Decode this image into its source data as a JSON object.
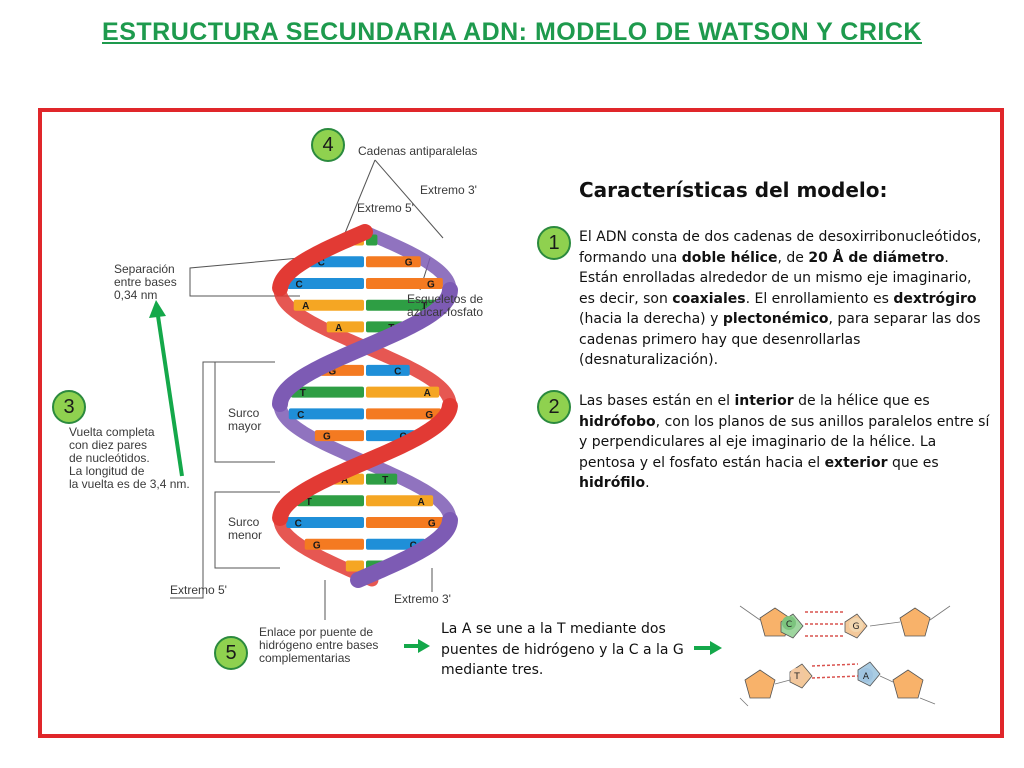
{
  "title": "ESTRUCTURA SECUNDARIA ADN: MODELO DE WATSON Y CRICK",
  "colors": {
    "title_green": "#1e9a4d",
    "frame_red": "#e0262a",
    "badge_fill": "#8fd14f",
    "arrow_green": "#14a84a",
    "strand_red": "#e23a34",
    "strand_purple": "#7d5bb4",
    "base_A": "#f5a623",
    "base_T": "#2e9e44",
    "base_C": "#1f8fd8",
    "base_G": "#f47a21"
  },
  "badges": [
    "1",
    "2",
    "3",
    "4",
    "5"
  ],
  "diagram_labels": {
    "antiparallel": "Cadenas antiparalelas",
    "end3_top": "Extremo 3'",
    "end5_top": "Extremo 5'",
    "separation": [
      "Separación",
      "entre bases",
      "0,34 nm"
    ],
    "backbone": [
      "Esqueletos de",
      "azúcar-fosfato"
    ],
    "turn": [
      "Vuelta completa",
      "con diez pares",
      "de nucleótidos.",
      "La longitud de",
      "la vuelta es de 3,4 nm."
    ],
    "major_groove": [
      "Surco",
      "mayor"
    ],
    "minor_groove": [
      "Surco",
      "menor"
    ],
    "end5_bottom": "Extremo 5'",
    "end3_bottom": "Extremo 3'",
    "hbond": [
      "Enlace por puente de",
      "hidrógeno entre bases",
      "complementarias"
    ]
  },
  "base_pairs": [
    [
      "A",
      "T"
    ],
    [
      "C",
      "G"
    ],
    [
      "C",
      "G"
    ],
    [
      "A",
      "T"
    ],
    [
      "A",
      "T"
    ],
    [
      "C",
      "G"
    ],
    [
      "G",
      "C"
    ],
    [
      "T",
      "A"
    ],
    [
      "C",
      "G"
    ],
    [
      "G",
      "C"
    ],
    [
      "T",
      "A"
    ],
    [
      "A",
      "T"
    ],
    [
      "T",
      "A"
    ],
    [
      "C",
      "G"
    ],
    [
      "G",
      "C"
    ],
    [
      "A",
      "T"
    ]
  ],
  "characteristics": {
    "heading": "Características del modelo:",
    "p1": [
      {
        "t": "El ADN consta de dos cadenas de desoxirribonucleótidos, formando una "
      },
      {
        "t": "doble hélice",
        "b": true
      },
      {
        "t": ", de "
      },
      {
        "t": "20 Å de diámetro",
        "b": true
      },
      {
        "t": ". Están enrolladas alrededor de un mismo eje imaginario, es decir, son "
      },
      {
        "t": "coaxiales",
        "b": true
      },
      {
        "t": ". El enrollamiento es "
      },
      {
        "t": "dextrógiro",
        "b": true
      },
      {
        "t": " (hacia la derecha) y "
      },
      {
        "t": "plectonémico",
        "b": true
      },
      {
        "t": ", para separar las dos cadenas primero hay que desenrollarlas (desnaturalización)."
      }
    ],
    "p2": [
      {
        "t": "Las bases están en el "
      },
      {
        "t": "interior",
        "b": true
      },
      {
        "t": " de la hélice que es "
      },
      {
        "t": "hidrófobo",
        "b": true
      },
      {
        "t": ", con los planos de sus anillos paralelos entre sí y perpendiculares al eje imaginario de la hélice. La pentosa y el fosfato están hacia el "
      },
      {
        "t": "exterior",
        "b": true
      },
      {
        "t": " que es "
      },
      {
        "t": "hidrófilo",
        "b": true
      },
      {
        "t": "."
      }
    ]
  },
  "pairing_text": "La A se une a la T mediante dos puentes de hidrógeno y la C a la G mediante tres.",
  "structure_letters": [
    "C",
    "G",
    "T",
    "A"
  ]
}
